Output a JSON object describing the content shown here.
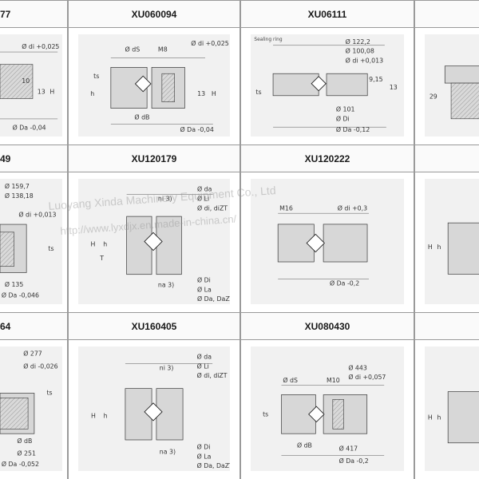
{
  "cells": [
    {
      "title": "77",
      "labels": [
        "Ø di +0,025",
        "10",
        "13",
        "H",
        "Ø Da -0,04"
      ]
    },
    {
      "title": "XU060094",
      "labels": [
        "Ø dS",
        "M8",
        "Ø di +0,025",
        "ts",
        "h",
        "13",
        "H",
        "Ø dB",
        "Ø Da -0,04"
      ]
    },
    {
      "title": "XU06111",
      "labels": [
        "Sealing ring",
        "Ø 122,2",
        "Ø 100,08",
        "Ø di +0,013",
        "9,15",
        "13",
        "ts",
        "Ø 101",
        "Ø Di",
        "Ø Da -0,12"
      ]
    },
    {
      "title": "",
      "labels": [
        "29"
      ]
    },
    {
      "title": "49",
      "labels": [
        "Ø 159,7",
        "Ø 138,18",
        "Ø di +0,013",
        "ts",
        "Ø 135",
        "Ø Da -0,046"
      ]
    },
    {
      "title": "XU120179",
      "labels": [
        "Ø da",
        "Ø Li",
        "Ø di, diZT",
        "T",
        "H",
        "h",
        "Ø Di",
        "Ø La",
        "Ø Da, DaZT",
        "ni 3)",
        "na 3)"
      ]
    },
    {
      "title": "XU120222",
      "labels": [
        "M16",
        "Ø di +0,3",
        "Ø Da -0,2"
      ]
    },
    {
      "title": "",
      "labels": [
        "H",
        "h"
      ]
    },
    {
      "title": "64",
      "labels": [
        "Ø 277",
        "Ø di -0,026",
        "ts",
        "Ø dB",
        "Ø 251",
        "Ø Da -0,052"
      ]
    },
    {
      "title": "XU160405",
      "labels": [
        "Ø da",
        "Ø Li",
        "Ø di, diZT",
        "H",
        "h",
        "Ø Di",
        "Ø La",
        "Ø Da, DaZT",
        "ni 3)",
        "na 3)"
      ]
    },
    {
      "title": "XU080430",
      "labels": [
        "Ø dS",
        "M10",
        "Ø 443",
        "Ø di +0,057",
        "ts",
        "Ø dB",
        "Ø 417",
        "Ø Da -0,2"
      ]
    },
    {
      "title": "",
      "labels": [
        "H",
        "h"
      ]
    }
  ],
  "watermark": {
    "line1": "Luoyang Xinda Machinery Equipment Co., Ltd",
    "line2": "http://www.lyxdjx.en.made-in-china.cn/"
  }
}
